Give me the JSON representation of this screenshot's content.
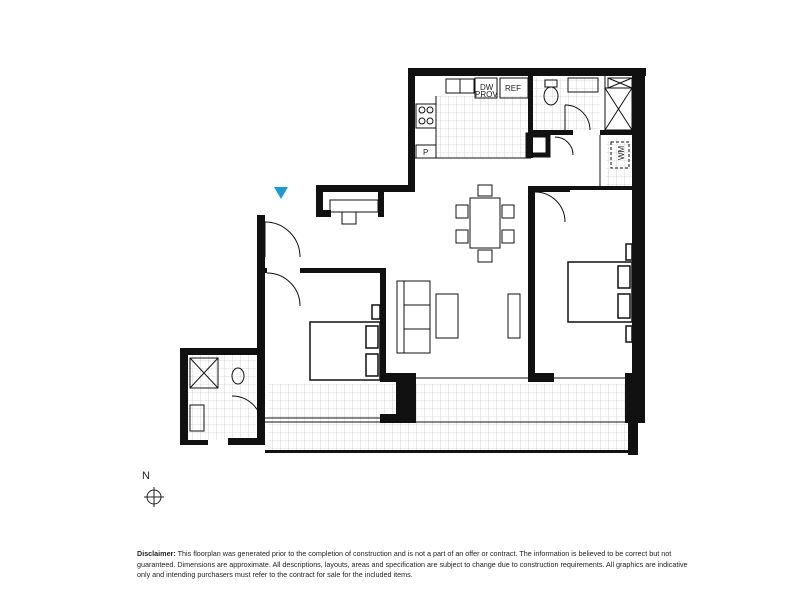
{
  "floorplan": {
    "labels": {
      "dishwasher": "DW",
      "provision": "PROV",
      "fridge": "REF",
      "pantry": "P",
      "washing_machine": "WM"
    },
    "entry_marker_color": "#1a9ad6",
    "wall_color": "#111111"
  },
  "compass": {
    "north_label": "N"
  },
  "disclaimer": {
    "heading": "Disclaimer:",
    "text": "This floorplan was generated prior to the completion of construction and is not a part of an offer or contract. The information is believed to be correct but not guaranteed. Dimensions are approximate. All descriptions, layouts, areas and specification are subject to change due to construction requirements. All graphics are indicative only and intending purchasers must refer to the contract for sale for the included items."
  }
}
